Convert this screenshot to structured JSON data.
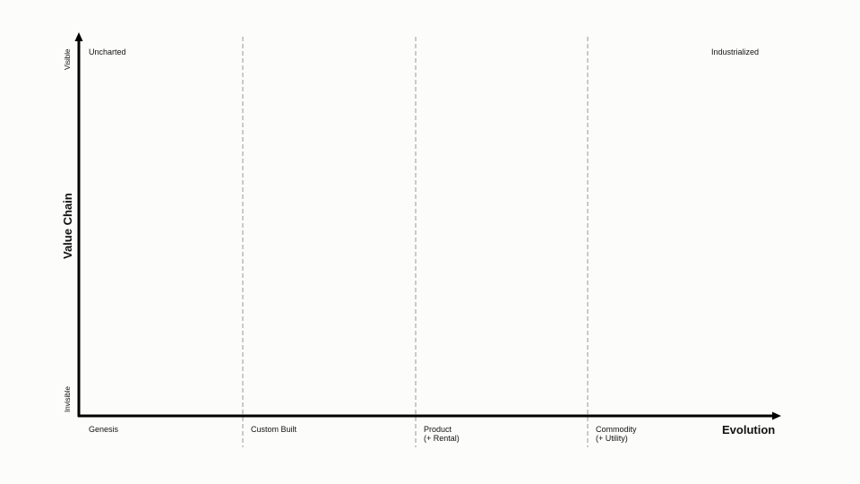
{
  "map": {
    "corner_labels": {
      "top_left": "Uncharted",
      "top_right": "Industrialized"
    },
    "y_axis": {
      "title": "Value Chain",
      "top_label": "Visible",
      "bottom_label": "Invisible"
    },
    "x_axis": {
      "title": "Evolution",
      "stages": [
        {
          "name": "Genesis",
          "sub": ""
        },
        {
          "name": "Custom Built",
          "sub": ""
        },
        {
          "name": "Product",
          "sub": "(+ Rental)"
        },
        {
          "name": "Commodity",
          "sub": "(+ Utility)"
        }
      ]
    },
    "colors": {
      "background": "#fcfcfa",
      "axis": "#000000",
      "divider": "#aaaaaa",
      "text": "#111111"
    }
  }
}
